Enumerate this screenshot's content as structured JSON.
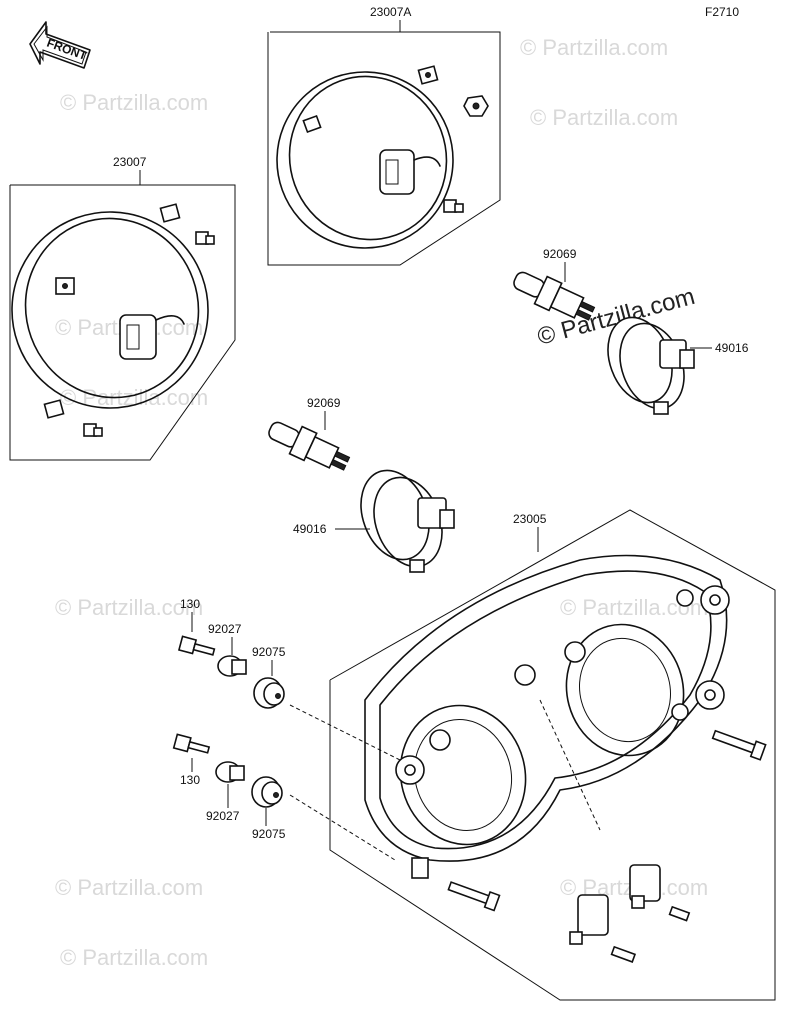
{
  "figure_code": "F2710",
  "front_arrow": {
    "text": "FRONT",
    "icon": "front-arrow-icon"
  },
  "watermark": {
    "small": "© Partzilla.com",
    "large": "© Partzilla.com"
  },
  "parts": {
    "rim_lower": "23007",
    "rim_upper": "23007A",
    "bulb_upper": "92069",
    "socket_upper": "49016",
    "bulb_lower": "92069",
    "socket_lower": "49016",
    "headlamp_unit": "23005",
    "bolt_upper": "130",
    "collar_upper": "92027",
    "grommet_upper": "92075",
    "bolt_lower": "130",
    "collar_lower": "92027",
    "grommet_lower": "92075"
  }
}
